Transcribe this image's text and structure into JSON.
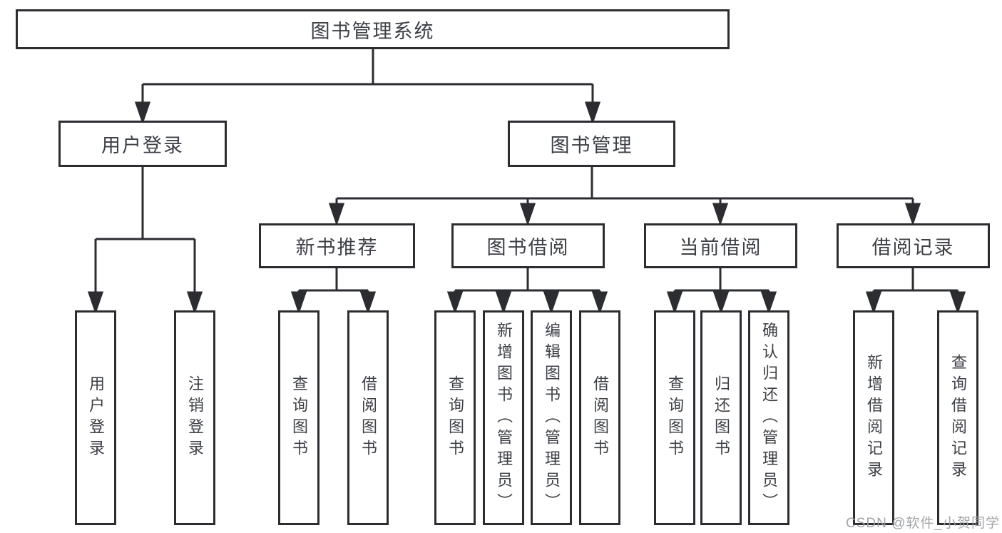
{
  "diagram": {
    "type": "hierarchy-tree",
    "root": {
      "label": "图书管理系统"
    },
    "level2": [
      {
        "id": "user-login",
        "label": "用户登录",
        "parent": "root"
      },
      {
        "id": "book-management",
        "label": "图书管理",
        "parent": "root"
      }
    ],
    "level3": [
      {
        "id": "new-book-recommend",
        "label": "新书推荐",
        "parent": "book-management"
      },
      {
        "id": "book-borrow",
        "label": "图书借阅",
        "parent": "book-management"
      },
      {
        "id": "current-borrow",
        "label": "当前借阅",
        "parent": "book-management"
      },
      {
        "id": "borrow-records",
        "label": "借阅记录",
        "parent": "book-management"
      }
    ],
    "leaves": {
      "user_login": [
        {
          "label": "用户登录"
        },
        {
          "label": "注销登录"
        }
      ],
      "new_books": [
        {
          "label": "查询图书"
        },
        {
          "label": "借阅图书"
        }
      ],
      "book_borrow": [
        {
          "label": "查询图书"
        },
        {
          "label": "新增图书（管理员）"
        },
        {
          "label": "编辑图书（管理员）"
        },
        {
          "label": "借阅图书"
        }
      ],
      "current_borrow": [
        {
          "label": "查询图书"
        },
        {
          "label": "归还图书"
        },
        {
          "label": "确认归还（管理员）"
        }
      ],
      "borrow_records": [
        {
          "label": "新增借阅记录"
        },
        {
          "label": "查询借阅记录"
        }
      ]
    }
  },
  "watermark": {
    "text": "CSDN @软件_小贺同学"
  },
  "colors": {
    "line": "#2b2d30",
    "box_border": "#2b2d30",
    "text": "#3d4046",
    "background": "#ffffff",
    "watermark": "#9ea0a3"
  }
}
